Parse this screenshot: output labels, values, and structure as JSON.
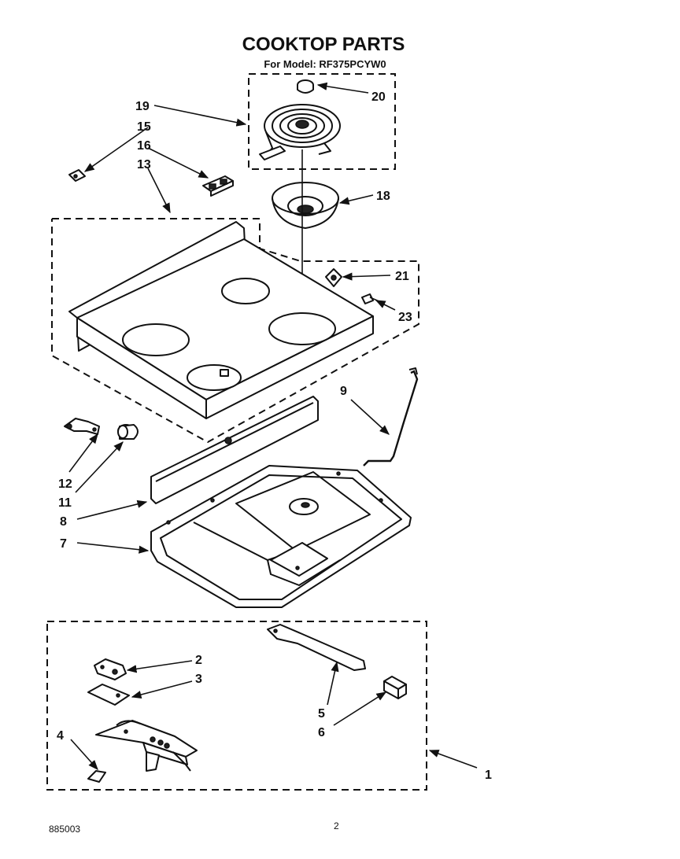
{
  "title": "COOKTOP PARTS",
  "subtitle": "For Model: RF375PCYW0",
  "callouts": {
    "p1": "1",
    "p2": "2",
    "p3": "3",
    "p4": "4",
    "p5": "5",
    "p6": "6",
    "p7": "7",
    "p8": "8",
    "p9": "9",
    "p11": "11",
    "p12": "12",
    "p13": "13",
    "p15": "15",
    "p16": "16",
    "p18": "18",
    "p19": "19",
    "p20": "20",
    "p21": "21",
    "p23": "23"
  },
  "footer": {
    "doc_number": "885003",
    "page_number": "2"
  }
}
